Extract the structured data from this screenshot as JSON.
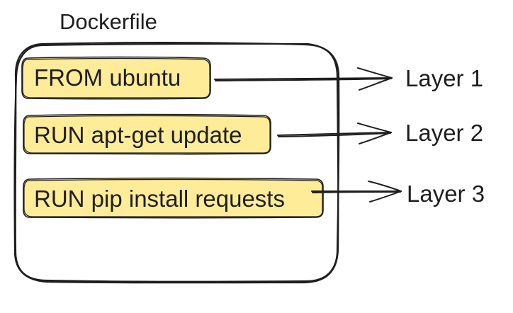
{
  "diagram": {
    "title": "Dockerfile",
    "instructions": [
      {
        "text": "FROM ubuntu",
        "layer": "Layer 1"
      },
      {
        "text": "RUN apt-get update",
        "layer": "Layer 2"
      },
      {
        "text": "RUN pip install requests",
        "layer": "Layer 3"
      }
    ]
  },
  "colors": {
    "box_fill": "#ffec99",
    "stroke": "#1e1e1e",
    "background": "#ffffff"
  }
}
